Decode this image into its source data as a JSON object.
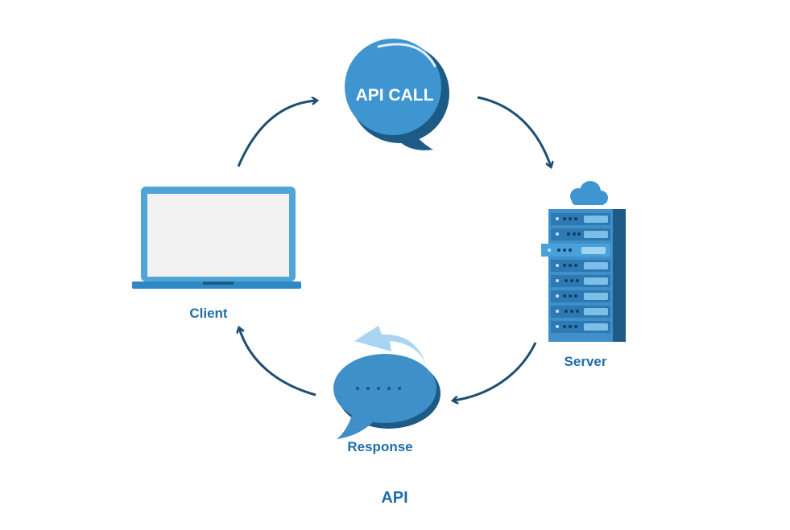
{
  "diagram": {
    "title": "API",
    "api_call_label": "API CALL",
    "client_label": "Client",
    "server_label": "Server",
    "response_label": "Response"
  },
  "colors": {
    "text": "#1f6ea6",
    "arrow": "#1d4f73",
    "bubble_light": "#3f95d0",
    "bubble_dark": "#1d5a85",
    "laptop_frame": "#4ea6d8",
    "laptop_screen": "#f2f2f2",
    "server_body": "#3f8fc9",
    "server_slot": "#7cc0ea",
    "reply_arrow": "#a9d4f2"
  }
}
